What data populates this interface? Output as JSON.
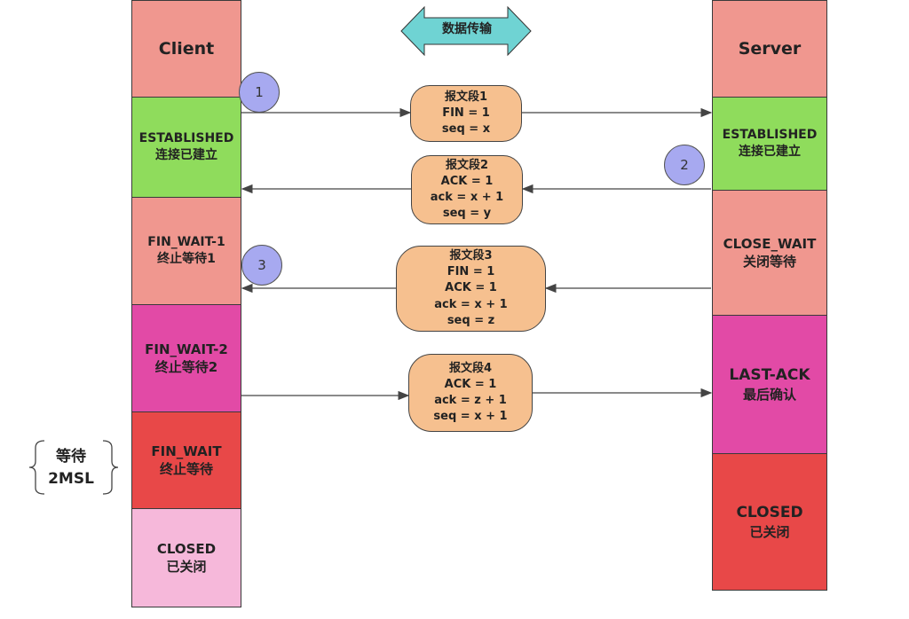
{
  "banner": {
    "label": "数据传输"
  },
  "client": {
    "title": "Client",
    "states": [
      {
        "line1": "ESTABLISHED",
        "line2": "连接已建立"
      },
      {
        "line1": "FIN_WAIT-1",
        "line2": "终止等待1"
      },
      {
        "line1": "FIN_WAIT-2",
        "line2": "终止等待2"
      },
      {
        "line1": "FIN_WAIT",
        "line2": "终止等待"
      },
      {
        "line1": "CLOSED",
        "line2": "已关闭"
      }
    ]
  },
  "server": {
    "title": "Server",
    "states": [
      {
        "line1": "ESTABLISHED",
        "line2": "连接已建立"
      },
      {
        "line1": "CLOSE_WAIT",
        "line2": "关闭等待"
      },
      {
        "line1": "LAST-ACK",
        "line2": "最后确认"
      },
      {
        "line1": "CLOSED",
        "line2": "已关闭"
      }
    ]
  },
  "segments": [
    {
      "lines": [
        "报文段1",
        "FIN = 1",
        "seq = x"
      ]
    },
    {
      "lines": [
        "报文段2",
        "ACK = 1",
        "ack = x + 1",
        "seq = y"
      ]
    },
    {
      "lines": [
        "报文段3",
        "FIN = 1",
        "ACK = 1",
        "ack = x + 1",
        "seq = z"
      ]
    },
    {
      "lines": [
        "报文段4",
        "ACK = 1",
        "ack = z + 1",
        "seq = x + 1"
      ]
    }
  ],
  "steps": [
    "1",
    "2",
    "3"
  ],
  "wait_label": {
    "line1": "等待",
    "line2": "2MSL"
  },
  "colors": {
    "pink": "#f0978f",
    "green": "#8fdc5c",
    "magenta": "#e24aa6",
    "red": "#e84848",
    "light_pink": "#f6b8da",
    "segment_fill": "#f6c08f",
    "step_circle": "#a7a9f0",
    "banner_fill": "#6fd3d3"
  }
}
